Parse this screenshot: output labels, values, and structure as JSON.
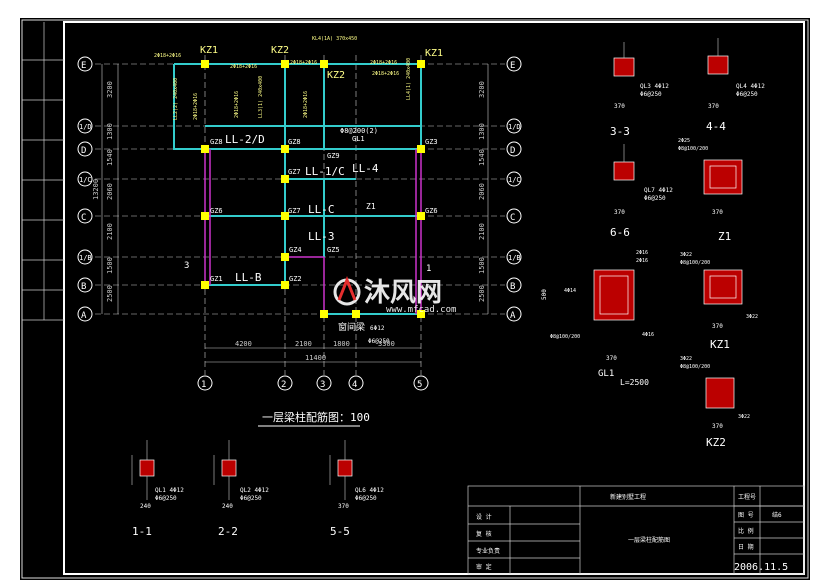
{
  "plan": {
    "title": "一层梁柱配筋图：100",
    "dims_left": [
      "3200",
      "1300",
      "1540",
      "2060",
      "2100",
      "1500",
      "2500"
    ],
    "dims_right": [
      "3200",
      "1300",
      "1540",
      "2060",
      "2100",
      "1500",
      "2500"
    ],
    "total_left": "13200",
    "dims_bottom": [
      "4200",
      "2100",
      "1800",
      "3300"
    ],
    "total_bottom": "11400",
    "axes": {
      "rows": [
        "E",
        "1/D",
        "D",
        "1/C",
        "C",
        "1/B",
        "B",
        "A"
      ],
      "cols": [
        "1",
        "2",
        "3",
        "4",
        "5"
      ]
    },
    "labels": {
      "kz1": "KZ1",
      "kz2": "KZ2",
      "ll2d": "LL-2/D",
      "ll1c": "LL-1/C",
      "ll4": "LL-4",
      "llc": "LL-C",
      "ll3": "LL-3",
      "llb": "LL-B",
      "z1": "Z1",
      "gl1": "GL1",
      "gl1_spec": "Φ8@200(2)",
      "lintel": "窗间梁",
      "lintel_spec1": "6Φ12",
      "lintel_spec2": "Φ6@250",
      "mark1": "1",
      "mark3": "3"
    },
    "gz": [
      "GZ8",
      "GZ8",
      "GZ3",
      "GZ9",
      "GZ7",
      "GZ6",
      "GZ7",
      "GZ6",
      "GZ4",
      "GZ5",
      "GZ1",
      "GZ2"
    ],
    "spec": [
      "2Φ18+2Φ16",
      "2Φ18+2Φ16",
      "2Φ18+2Φ16",
      "2Φ18+2Φ16",
      "2Φ18+2Φ16",
      "KL4(1A) 370x450"
    ],
    "vspec": [
      "LL2(2) 240x400",
      "2Φ18+2Φ16",
      "2Φ18+2Φ16",
      "LL3(1) 240x400",
      "2Φ18+2Φ16",
      "LL4(1) 240x400"
    ]
  },
  "sections": {
    "s1_1": {
      "label": "1-1",
      "spec1": "QL1 4Φ12",
      "spec2": "Φ6@250",
      "width": "240"
    },
    "s2_2": {
      "label": "2-2",
      "spec1": "QL2 4Φ12",
      "spec2": "Φ6@250",
      "width": "240"
    },
    "s5_5": {
      "label": "5-5",
      "spec1": "QL6 4Φ12",
      "spec2": "Φ6@250",
      "width": "370"
    },
    "s3_3": {
      "label": "3-3",
      "spec1": "QL3 4Φ12",
      "spec2": "Φ6@250",
      "width": "370"
    },
    "s4_4": {
      "label": "4-4",
      "spec1": "QL4 4Φ12",
      "spec2": "Φ6@250",
      "width": "370"
    },
    "s6_6": {
      "label": "6-6",
      "spec1": "QL7 4Φ12",
      "spec2": "Φ6@250",
      "width": "370"
    },
    "z1_top": {
      "spec1": "2Φ25",
      "spec2": "Φ8@100/200",
      "width": "370"
    },
    "z1": {
      "label": "Z1",
      "spec1": "3Φ22",
      "spec2": "Φ8@100/200",
      "spec3": "3Φ22",
      "width": "370"
    },
    "kz1": {
      "label": "KZ1"
    },
    "gl1": {
      "label": "GL1",
      "length": "L=2500",
      "height": "500",
      "width": "370",
      "spec1": "4Φ14",
      "spec2": "2Φ16",
      "spec3": "2Φ16",
      "spec4": "Φ8@100/200",
      "spec5": "4Φ16"
    },
    "kz2": {
      "label": "KZ2",
      "spec1": "3Φ22",
      "spec2": "Φ8@100/200",
      "spec3": "3Φ22",
      "width": "370"
    }
  },
  "title_block": {
    "project": "新建别墅工程",
    "drawing_name": "一层梁柱配筋图",
    "design": "设 计",
    "check": "复 核",
    "responsible": "专业负责",
    "approve": "审 定",
    "project_no_label": "工程号",
    "drawing_no_label": "图 号",
    "drawing_no": "结6",
    "scale_label": "比 例",
    "date_label": "日 期",
    "date": "2006.11.5"
  },
  "watermark": {
    "text": "沐风网",
    "url": "www.mfcad.com"
  }
}
